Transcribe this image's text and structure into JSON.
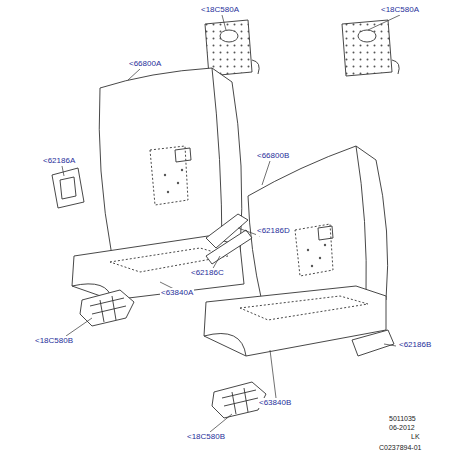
{
  "diagram": {
    "labels": [
      "<18C580A",
      "<18C580A",
      "<66800A",
      "<62186A",
      "<63840A",
      "<18C580B",
      "<66800B",
      "<62186D",
      "<62186C",
      "<62186B",
      "<63840B",
      "<18C580B",
      "5011035",
      "06-2012",
      "LK",
      "C0237894-01"
    ]
  }
}
